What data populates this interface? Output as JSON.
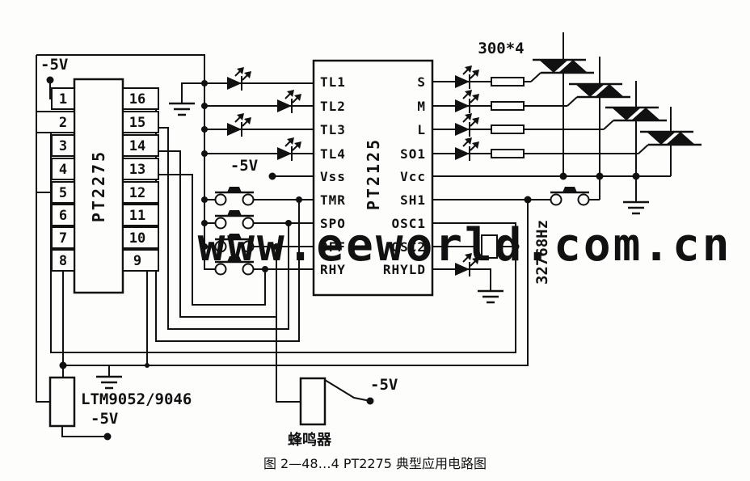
{
  "figure": {
    "caption": "图 2—48…4   PT2275 典型应用电路图",
    "watermark": "www.eeworld.com.cn"
  },
  "chips": {
    "pt2275": {
      "name": "PT2275",
      "left_pins": [
        "1",
        "2",
        "3",
        "4",
        "5",
        "6",
        "7",
        "8"
      ],
      "right_pins": [
        "16",
        "15",
        "14",
        "13",
        "12",
        "11",
        "10",
        "9"
      ]
    },
    "pt2125": {
      "name": "PT2125",
      "left_pins": [
        "TL1",
        "TL2",
        "TL3",
        "TL4",
        "Vss",
        "TMR",
        "SPO",
        "OFF",
        "RHY"
      ],
      "right_pins": [
        "S",
        "M",
        "L",
        "SO1",
        "Vcc",
        "SH1",
        "OSC1",
        "OSC2",
        "RHYLD"
      ]
    }
  },
  "labels": {
    "supply_top_left": "-5V",
    "supply_vss": "-5V",
    "supply_ltm": "-5V",
    "supply_buzzer": "-5V",
    "resistor_group": "300*4",
    "crystal_freq": "32768Hz",
    "ltm_part": "LTM9052/9046",
    "buzzer": "蜂鸣器"
  },
  "colors": {
    "ink": "#111111",
    "paper": "#fdfdfc",
    "watermark_gray": "rgba(145,150,152,0.5)"
  }
}
